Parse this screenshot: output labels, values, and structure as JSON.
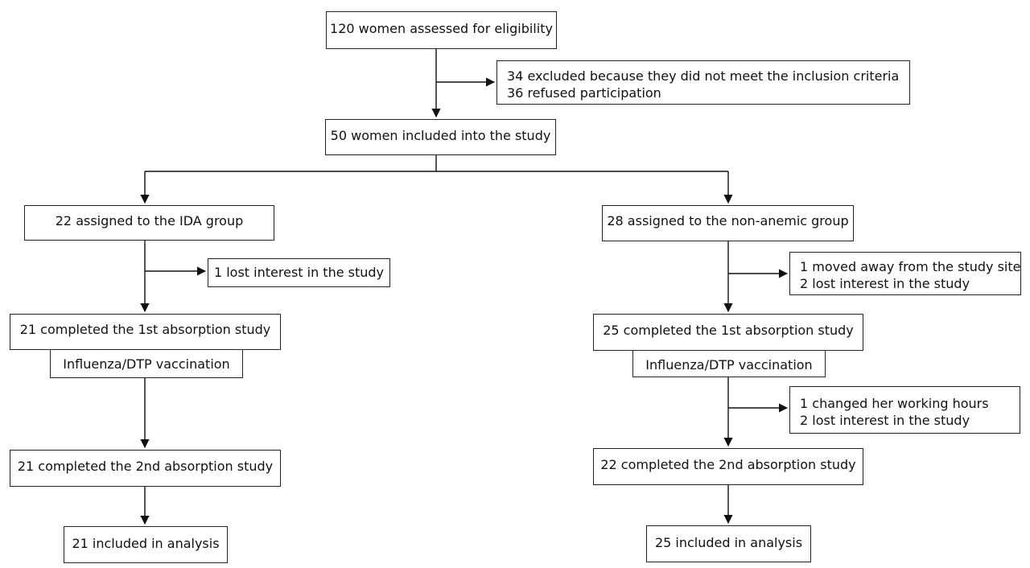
{
  "diagram": {
    "nodes": {
      "assessed": "120 women assessed for eligibility",
      "excluded": [
        "34 excluded because they did not meet the inclusion criteria",
        "36 refused participation"
      ],
      "included": "50 women included into the study",
      "ida_group": "22 assigned to the IDA group",
      "nonanemic_group": "28 assigned to the non-anemic group",
      "ida_lost": "1 lost interest in the study",
      "nonanemic_lost_1": [
        "1 moved away from the study site",
        "2 lost interest in the study"
      ],
      "ida_first": "21 completed the 1st absorption study",
      "nonanemic_first": "25 completed the 1st absorption study",
      "ida_vaccination": "Influenza/DTP vaccination",
      "nonanemic_vaccination": "Influenza/DTP vaccination",
      "nonanemic_lost_2": [
        "1 changed her working hours",
        "2 lost interest in the study"
      ],
      "ida_second": "21 completed the 2nd absorption study",
      "nonanemic_second": "22 completed the 2nd absorption study",
      "ida_analysis": "21 included in analysis",
      "nonanemic_analysis": "25 included in analysis"
    }
  }
}
